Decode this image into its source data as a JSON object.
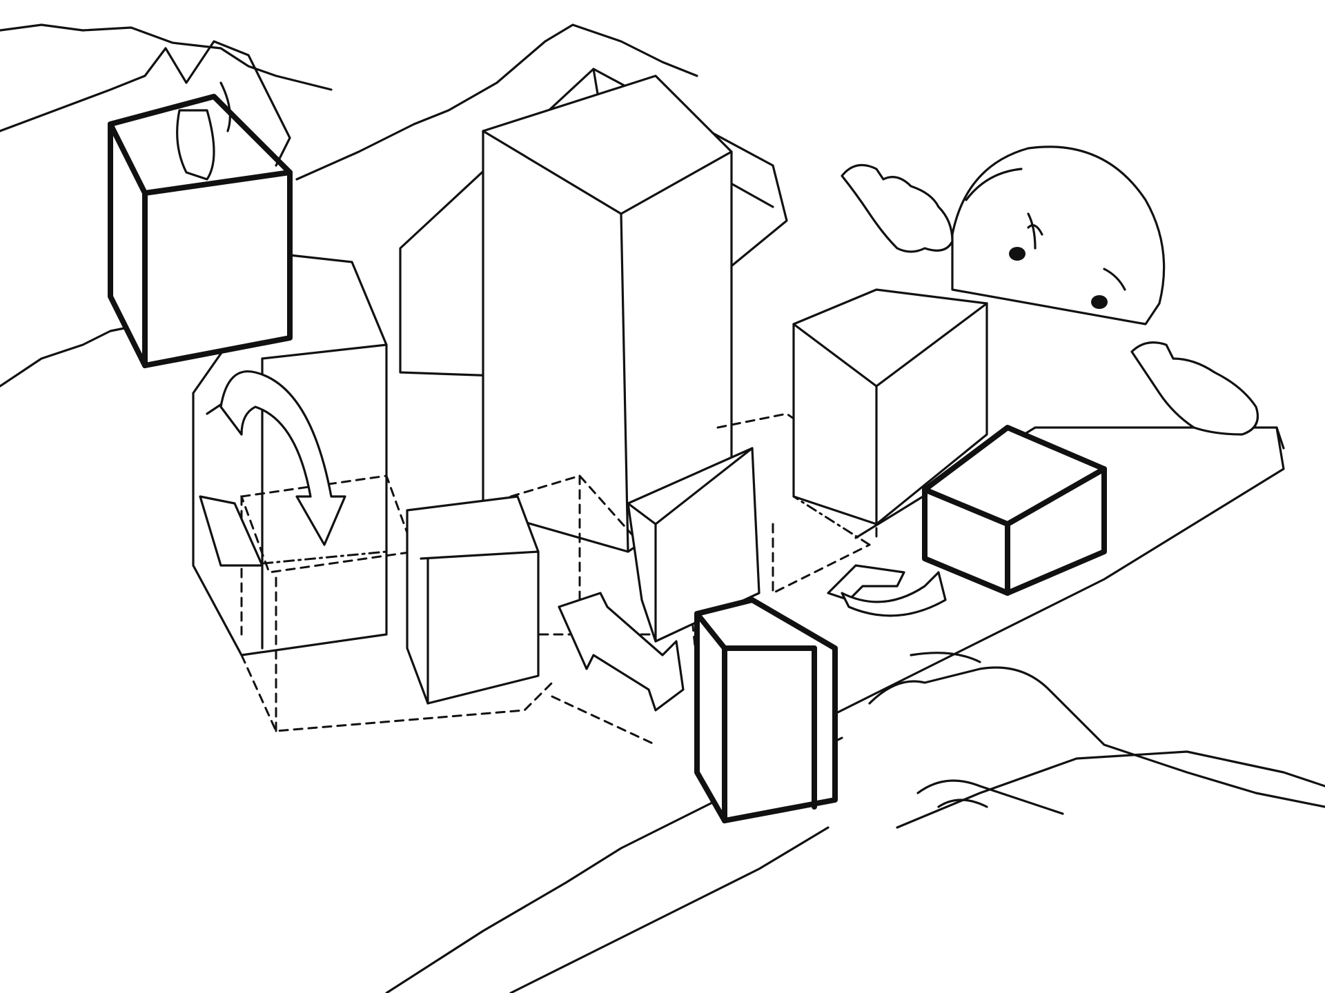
{
  "illustration": {
    "kind": "line-drawing",
    "stroke_color": "#111111",
    "background_color": "#ffffff",
    "elements": [
      "hand-holding-block",
      "city-block-model",
      "tall-tower",
      "moved-blocks",
      "rotation-arrows",
      "child-peeking",
      "hand-on-table",
      "bold-cube-placed"
    ]
  }
}
